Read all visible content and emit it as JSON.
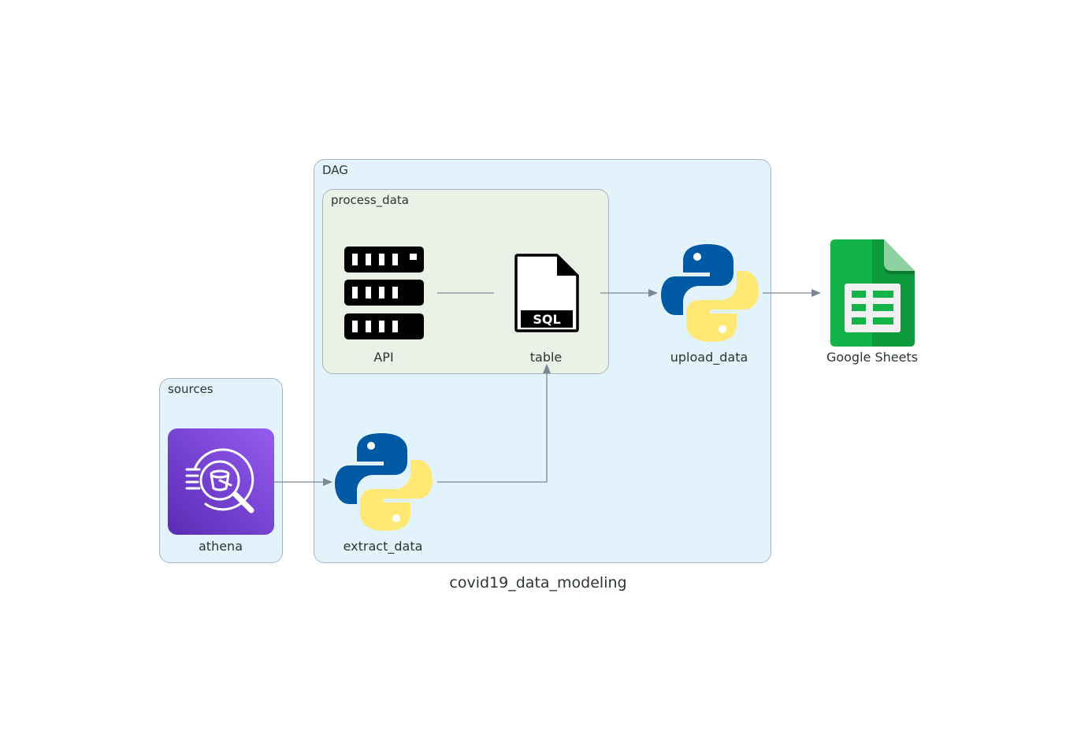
{
  "title": "covid19_data_modeling",
  "clusters": {
    "sources": "sources",
    "dag": "DAG",
    "process_data": "process_data"
  },
  "nodes": {
    "athena": "athena",
    "extract_data": "extract_data",
    "api": "API",
    "table": "table",
    "upload_data": "upload_data",
    "google_sheets": "Google Sheets"
  },
  "icons": {
    "athena": "aws-athena-icon",
    "extract_data": "python-icon",
    "api": "server-rack-icon",
    "table": "sql-file-icon",
    "upload_data": "python-icon",
    "google_sheets": "google-sheets-icon",
    "sql_text": "SQL"
  },
  "edges": [
    {
      "from": "athena",
      "to": "extract_data"
    },
    {
      "from": "extract_data",
      "to": "table"
    },
    {
      "from": "api",
      "to": "table",
      "style": "undirected"
    },
    {
      "from": "table",
      "to": "upload_data"
    },
    {
      "from": "upload_data",
      "to": "google_sheets"
    }
  ],
  "colors": {
    "dag_fill": "#e3f3fb",
    "sources_fill": "#e3f3fb",
    "process_fill": "#eaf2e7",
    "edge": "#7b8894",
    "python_blue": "#0059a3",
    "python_yellow": "#ffe873",
    "sheets_green": "#12b347",
    "athena_purple": "#7a45d8"
  }
}
